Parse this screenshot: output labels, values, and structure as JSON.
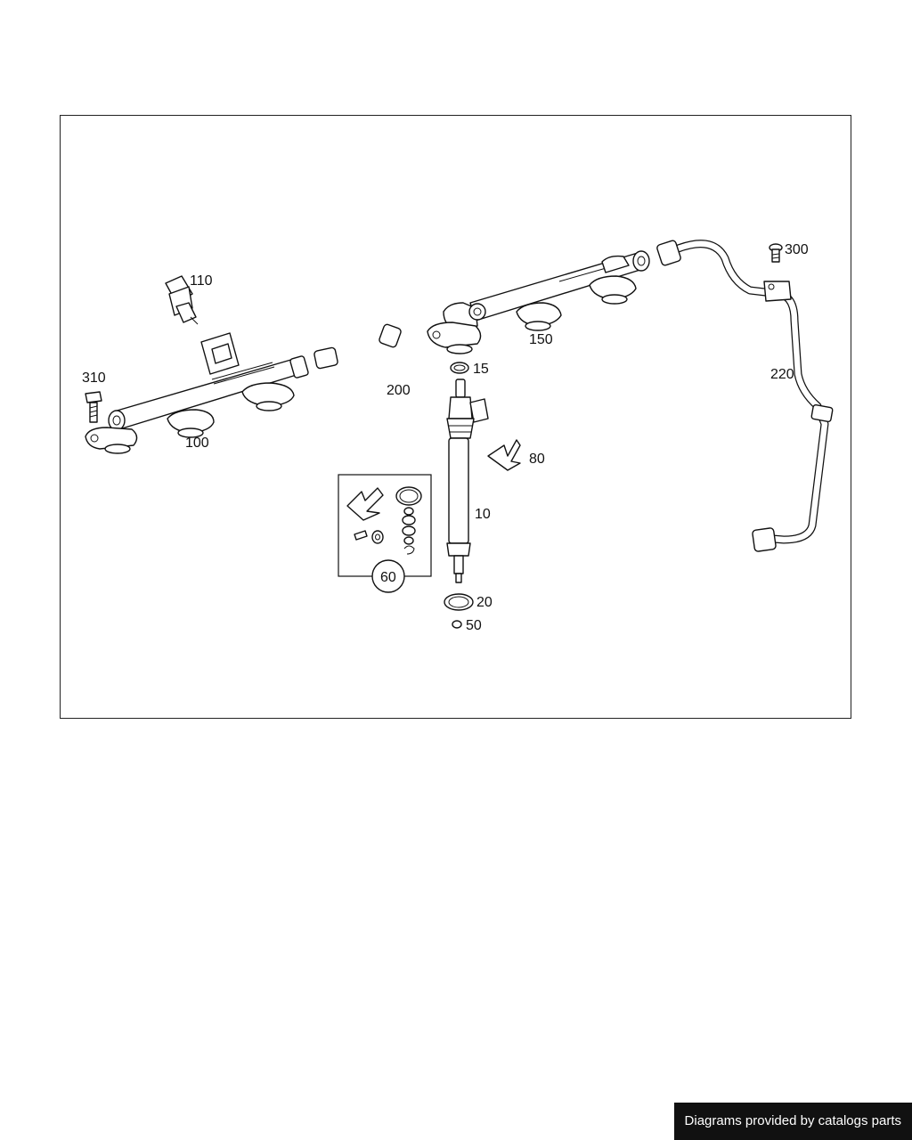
{
  "diagram": {
    "labels": {
      "p10": "10",
      "p15": "15",
      "p20": "20",
      "p50": "50",
      "p60": "60",
      "p80": "80",
      "p100": "100",
      "p110": "110",
      "p150": "150",
      "p200": "200",
      "p220": "220",
      "p300": "300",
      "p310": "310"
    }
  },
  "footer": {
    "credit": "Diagrams provided by catalogs parts"
  },
  "colors": {
    "ink": "#111111",
    "paper": "#ffffff",
    "badge_bg": "#111111",
    "badge_text": "#ffffff"
  }
}
